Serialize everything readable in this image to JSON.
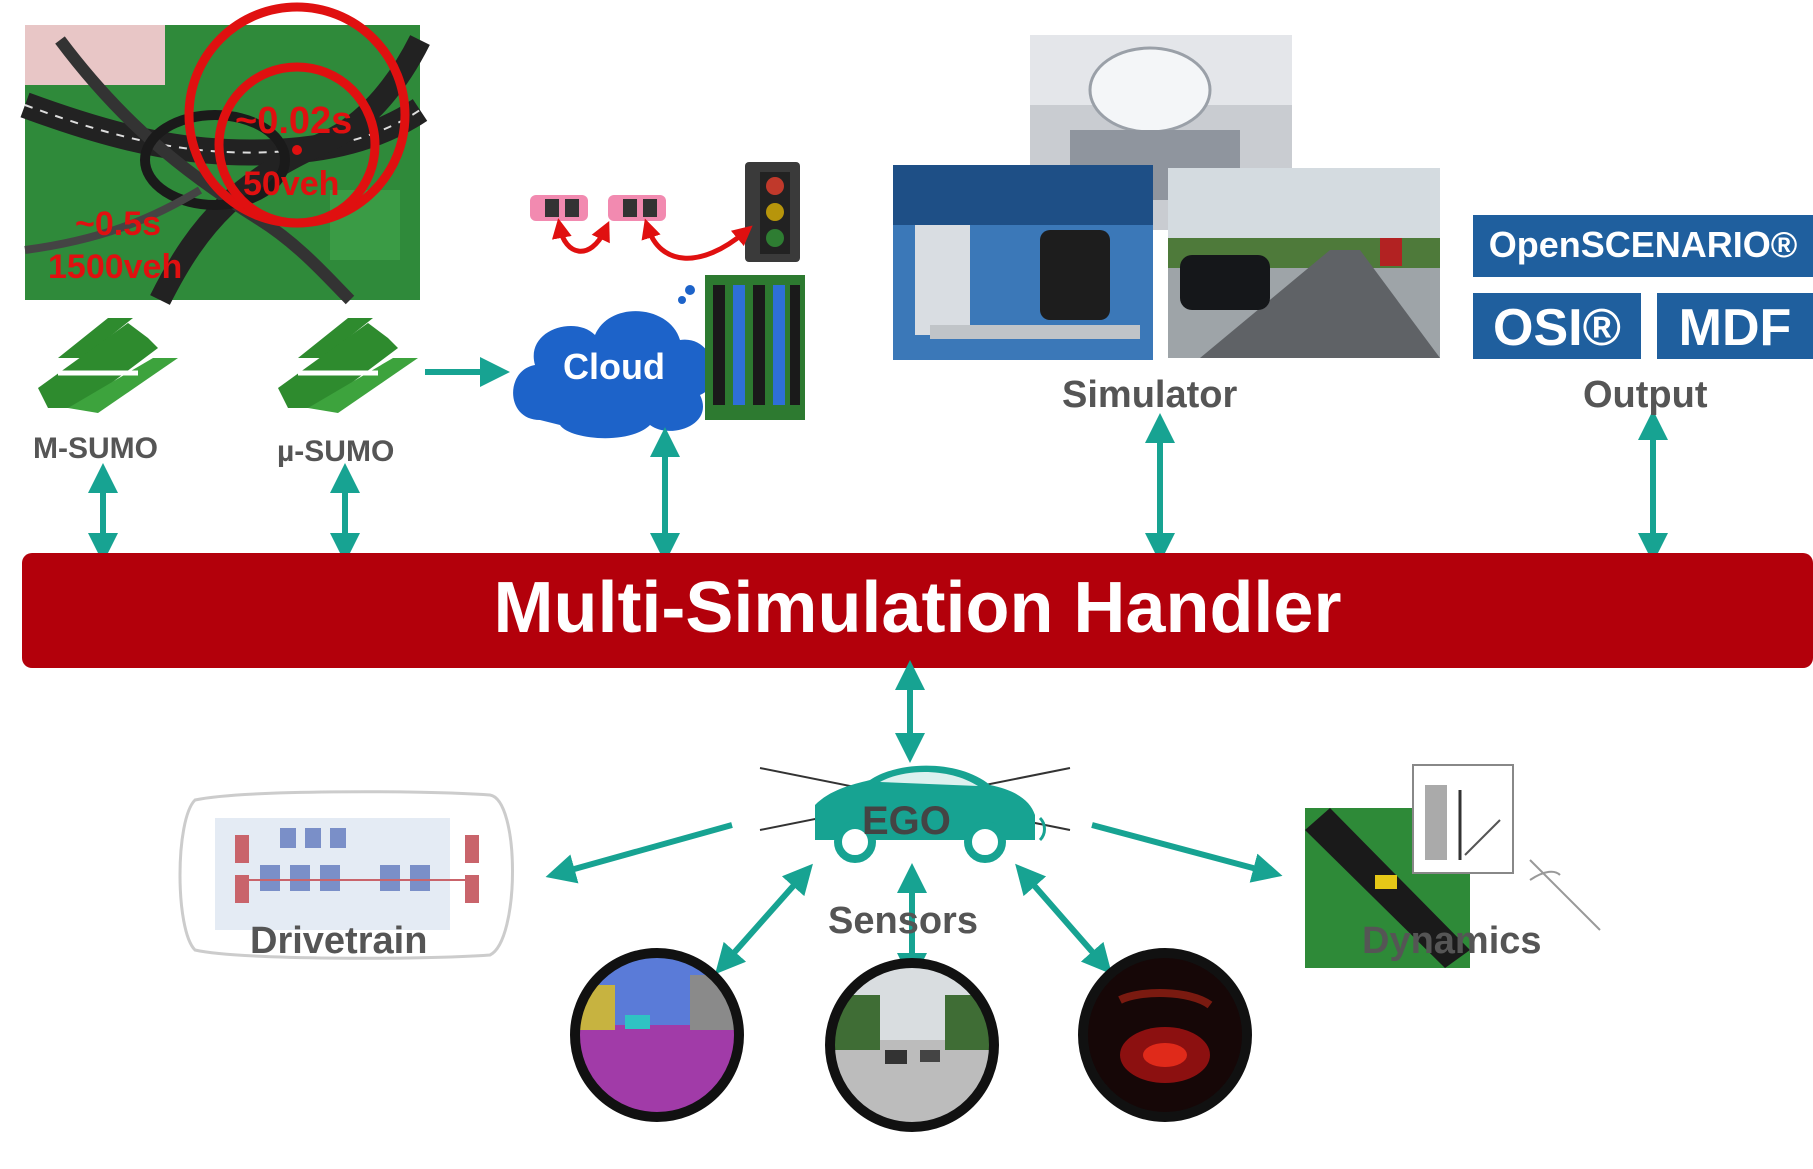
{
  "colors": {
    "handler_red": "#b3000b",
    "arrow_teal": "#17a392",
    "sumo_green": "#2e8b2e",
    "cloud_blue": "#1d63c9",
    "osi_blue": "#1f5f9e",
    "map_green": "#2f8a3a",
    "label_gray": "#555555",
    "ego_teal": "#17a392"
  },
  "map": {
    "inner_time": "~0.02s",
    "inner_count": "50veh",
    "outer_time": "~0.5s",
    "outer_count": "1500veh"
  },
  "components": {
    "m_sumo": "M-SUMO",
    "mu_sumo": "µ-SUMO",
    "cloud": "Cloud",
    "simulator": "Simulator",
    "output": "Output",
    "drivetrain": "Drivetrain",
    "dynamics": "Dynamics",
    "sensors": "Sensors",
    "ego": "EGO"
  },
  "output_formats": {
    "openscenario": "OpenSCENARIO®",
    "osi": "OSI®",
    "mdf": "MDF"
  },
  "handler": {
    "title": "Multi-Simulation Handler"
  },
  "icons": [
    "sumo-logo-icon",
    "cloud-icon",
    "traffic-light-icon",
    "car-icon",
    "ego-car-icon",
    "camera-view-icon",
    "lidar-view-icon",
    "semantic-view-icon"
  ]
}
